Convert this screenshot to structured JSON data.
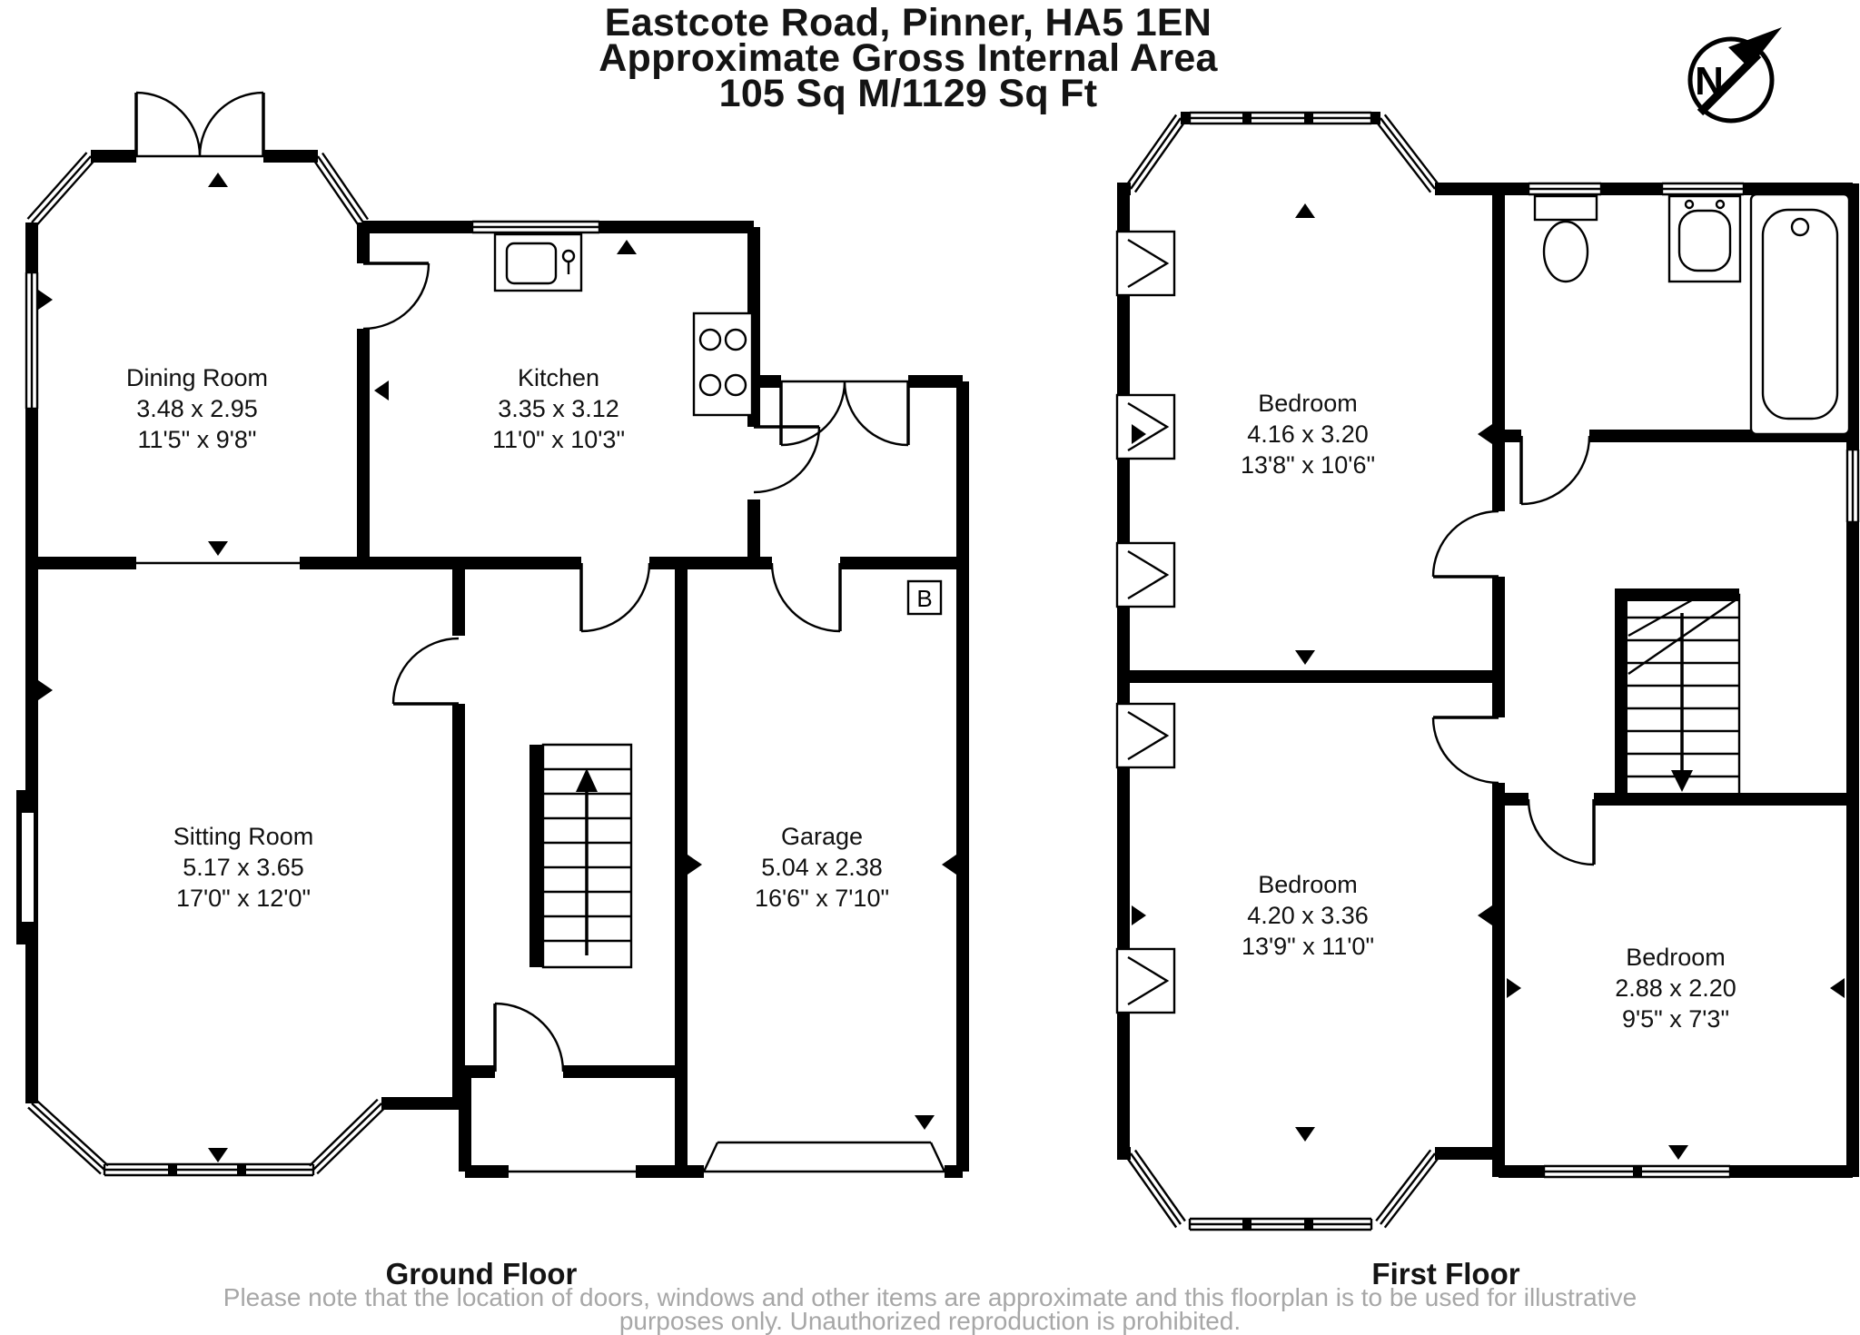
{
  "header": {
    "address": "Eastcote Road, Pinner, HA5 1EN",
    "subtitle": "Approximate Gross Internal Area",
    "area": "105 Sq M/1129 Sq Ft"
  },
  "compass": {
    "label": "N"
  },
  "ground_floor": {
    "label": "Ground Floor",
    "boiler_label": "B",
    "rooms": [
      {
        "name": "Dining Room",
        "metric": "3.48 x 2.95",
        "imperial": "11'5\" x 9'8\""
      },
      {
        "name": "Kitchen",
        "metric": "3.35 x 3.12",
        "imperial": "11'0\" x 10'3\""
      },
      {
        "name": "Sitting Room",
        "metric": "5.17 x 3.65",
        "imperial": "17'0\" x 12'0\""
      },
      {
        "name": "Garage",
        "metric": "5.04 x 2.38",
        "imperial": "16'6\" x 7'10\""
      }
    ]
  },
  "first_floor": {
    "label": "First Floor",
    "rooms": [
      {
        "name": "Bedroom",
        "metric": "4.16 x 3.20",
        "imperial": "13'8\" x 10'6\""
      },
      {
        "name": "Bedroom",
        "metric": "4.20 x 3.36",
        "imperial": "13'9\" x 11'0\""
      },
      {
        "name": "Bedroom",
        "metric": "2.88 x 2.20",
        "imperial": "9'5\" x 7'3\""
      }
    ]
  },
  "footer": {
    "line1": "Please note that the location of doors, windows and other items are approximate and this floorplan is to be used for illustrative",
    "line2": "purposes only. Unauthorized reproduction is prohibited."
  }
}
